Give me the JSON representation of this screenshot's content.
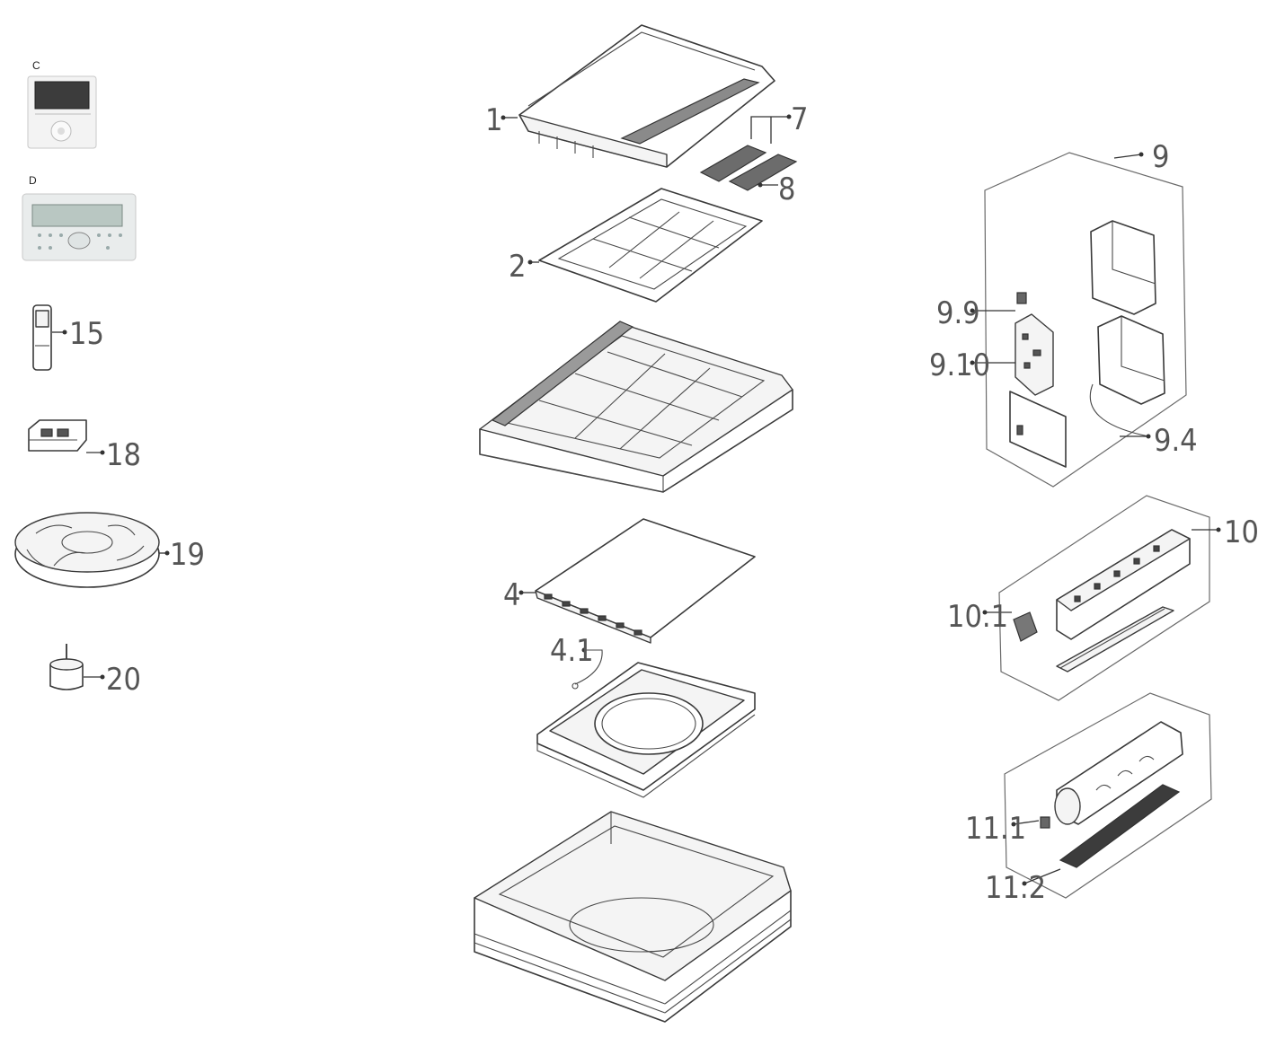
{
  "accessories": {
    "controller_c_label": "C",
    "controller_d_label": "D",
    "remote_number": "15",
    "receiver_number": "18",
    "fan_number": "19",
    "motor_number": "20"
  },
  "center_column": {
    "panel_number": "1",
    "grille_number": "2",
    "filter_a_number": "7",
    "filter_b_number": "8",
    "evaporator_number": "4",
    "sensor_number": "4.1"
  },
  "control_box": {
    "group_number": "9",
    "item_a": "9.9",
    "item_b": "9.10",
    "item_c": "9.4"
  },
  "louver_assembly": {
    "group_number": "10",
    "item_a": "10.1"
  },
  "drain_assembly": {
    "item_a": "11.1",
    "item_b": "11.2"
  }
}
